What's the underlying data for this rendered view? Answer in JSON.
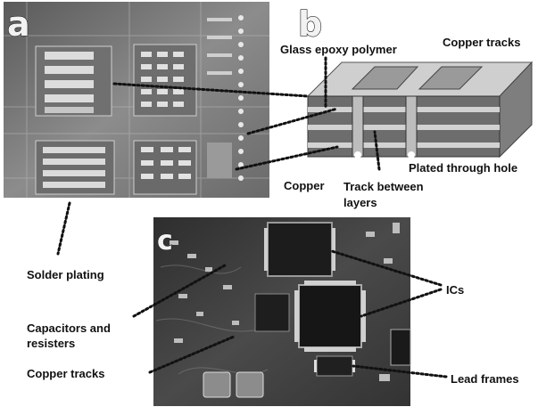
{
  "figure": {
    "panels": {
      "a": {
        "letter": "a",
        "kind": "photo-pcb-tracks"
      },
      "b": {
        "letter": "b",
        "kind": "cross-section-diagram"
      },
      "c": {
        "letter": "c",
        "kind": "photo-populated-board"
      }
    },
    "labels": {
      "glass_epoxy": "Glass epoxy polymer",
      "copper_tracks_top": "Copper tracks",
      "copper": "Copper",
      "plated_through_hole": "Plated through hole",
      "track_between_line1": "Track between",
      "track_between_line2": "layers",
      "solder_plating": "Solder plating",
      "capacitors_line1": "Capacitors and",
      "capacitors_line2": "resisters",
      "copper_tracks_bottom": "Copper tracks",
      "ics": "ICs",
      "lead_frames": "Lead frames"
    },
    "colors": {
      "photo_dark": "#3a3a3a",
      "photo_mid": "#8a8a8a",
      "copper_layer": "#cfcfcf",
      "epoxy_layer": "#6d6d6d",
      "leader": "#111111"
    }
  }
}
